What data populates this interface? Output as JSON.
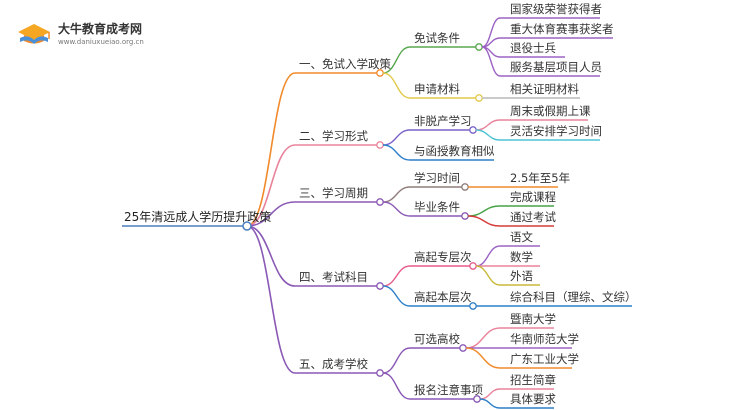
{
  "logo": {
    "title": "大牛教育成考网",
    "url": "www.daniuxueiao.org.cn",
    "icon": "graduation-cap-book-icon"
  },
  "mindmap": {
    "root": {
      "label": "25年清远成人学历提升政策"
    },
    "branches": [
      {
        "label": "一、免试入学政策",
        "color": "#f08a2b",
        "children": [
          {
            "label": "免试条件",
            "color": "#58a84f",
            "children": [
              {
                "label": "国家级荣誉获得者",
                "color": "#9b63c4"
              },
              {
                "label": "重大体育赛事获奖者",
                "color": "#9b63c4"
              },
              {
                "label": "退役士兵",
                "color": "#9b63c4"
              },
              {
                "label": "服务基层项目人员",
                "color": "#9b63c4"
              }
            ]
          },
          {
            "label": "申请材料",
            "color": "#e3c94a",
            "children": [
              {
                "label": "相关证明材料",
                "color": "#b9b9b9"
              }
            ]
          }
        ]
      },
      {
        "label": "二、学习形式",
        "color": "#e8839b",
        "children": [
          {
            "label": "非脱产学习",
            "color": "#7a62c9",
            "children": [
              {
                "label": "周末或假期上课",
                "color": "#e8839b"
              },
              {
                "label": "灵活安排学习时间",
                "color": "#4fc3d4"
              }
            ]
          },
          {
            "label": "与函授教育相似",
            "color": "#2d7fc9",
            "children": []
          }
        ]
      },
      {
        "label": "三、学习周期",
        "color": "#8a58b5",
        "children": [
          {
            "label": "学习时间",
            "color": "#8e7d7a",
            "children": [
              {
                "label": "2.5年至5年",
                "color": "#f08a2b"
              }
            ]
          },
          {
            "label": "毕业条件",
            "color": "#8a58b5",
            "children": [
              {
                "label": "完成课程",
                "color": "#46a346"
              },
              {
                "label": "通过考试",
                "color": "#d63a3a"
              }
            ]
          }
        ]
      },
      {
        "label": "四、考试科目",
        "color": "#8a58b5",
        "children": [
          {
            "label": "高起专层次",
            "color": "#e85a8a",
            "children": [
              {
                "label": "语文",
                "color": "#9b63c4"
              },
              {
                "label": "数学",
                "color": "#e8839b"
              },
              {
                "label": "外语",
                "color": "#c9b93a"
              }
            ]
          },
          {
            "label": "高起本层次",
            "color": "#2d7fc9",
            "children": [
              {
                "label": "综合科目（理综、文综）",
                "color": "#2d7fc9"
              }
            ]
          }
        ]
      },
      {
        "label": "五、成考学校",
        "color": "#8a58b5",
        "children": [
          {
            "label": "可选高校",
            "color": "#8a58b5",
            "children": [
              {
                "label": "暨南大学",
                "color": "#e8839b"
              },
              {
                "label": "华南师范大学",
                "color": "#9b63c4"
              },
              {
                "label": "广东工业大学",
                "color": "#f08a2b"
              }
            ]
          },
          {
            "label": "报名注意事项",
            "color": "#8a58b5",
            "children": [
              {
                "label": "招生简章",
                "color": "#e8839b"
              },
              {
                "label": "具体要求",
                "color": "#2d7fc9"
              }
            ]
          }
        ]
      }
    ]
  }
}
